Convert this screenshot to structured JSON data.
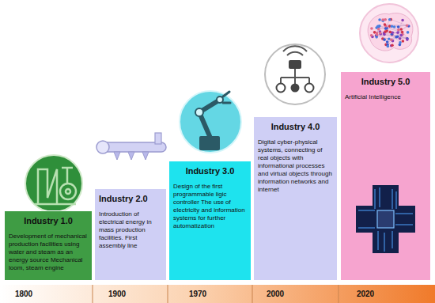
{
  "diagram": {
    "nodes": [
      {
        "text": [
          "Industry 1.0",
          "Development of mechanical production facilities using water and steam as an energy source Mechanical loom, steam engine"
        ]
      },
      {
        "text": [
          "Industry 2.0",
          "Introduction of electrical energy in mass production facilities. First assembly line"
        ]
      },
      {
        "text": [
          "Industry 3.0",
          "Design of the first programmable ligic controller The use of electricity and information systems for further automatization"
        ]
      },
      {
        "text": [
          "Industry 4.0",
          "Digital cyber-physical systems, connecting of real objects with informational processes and virtual objects through information networks and internet"
        ]
      },
      {
        "text": [
          "Industry 5.0",
          "Artificial Intelligence"
        ]
      }
    ],
    "labels": [
      "1800",
      "1900",
      "1970",
      "2000",
      "2020"
    ]
  }
}
